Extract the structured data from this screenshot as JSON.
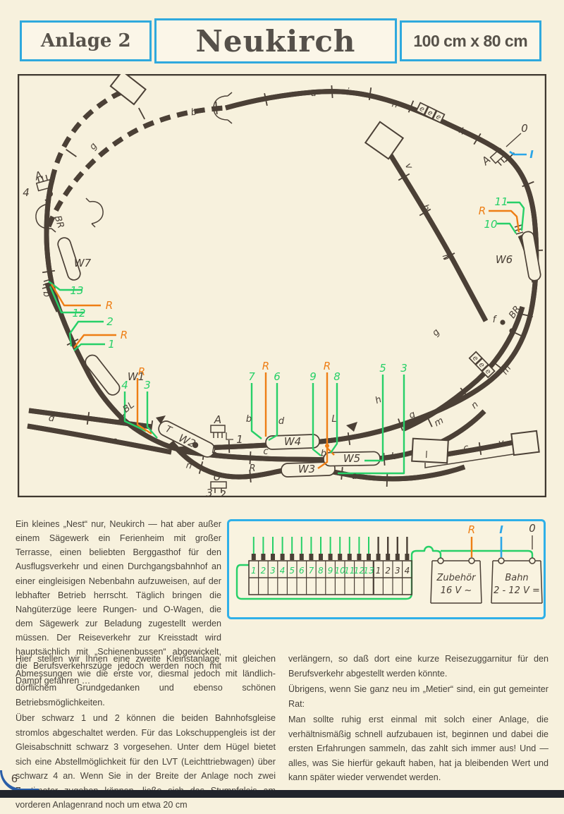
{
  "page": {
    "number": "6"
  },
  "header": {
    "left": "Anlage 2",
    "title": "Neukirch",
    "right": "100 cm x 80 cm"
  },
  "plan": {
    "turnouts": {
      "w1": "W1",
      "w2": "W2",
      "w3": "W3",
      "w4": "W4",
      "w5": "W5",
      "w6": "W6",
      "w7": "W7"
    },
    "marks": {
      "a_signal": "A",
      "u_contact": "U",
      "t": "T",
      "bl": "BL",
      "br": "BR",
      "r": "R",
      "l": "L",
      "f": "f"
    },
    "sections": {
      "a": "a",
      "b": "b",
      "c": "c",
      "d": "d",
      "e": "e",
      "g": "g",
      "h": "h",
      "i": "i",
      "l": "l",
      "m": "m",
      "n": "n",
      "v": "v"
    },
    "wire_numbers": {
      "n1": "1",
      "n2": "2",
      "n3": "3",
      "n4": "4",
      "n5": "5",
      "n6": "6",
      "n7": "7",
      "n8": "8",
      "n9": "9",
      "n10": "10",
      "n11": "11",
      "n12": "12",
      "n13": "13"
    },
    "wire_letters": {
      "r": "R",
      "i": "I",
      "zero": "0"
    },
    "contact_numbers": {
      "u3": "3",
      "u2": "2",
      "a1": "1",
      "left4": "4"
    }
  },
  "wiring": {
    "terminals_green": [
      "1",
      "2",
      "3",
      "4",
      "5",
      "6",
      "7",
      "8",
      "9",
      "10",
      "11",
      "12",
      "13"
    ],
    "terminals_black": [
      "1",
      "2",
      "3",
      "4"
    ],
    "r_label": "R",
    "i_label": "I",
    "zero_label": "0",
    "accessory_name": "Zubehör",
    "accessory_voltage": "16 V ~",
    "track_name": "Bahn",
    "track_voltage": "2 - 12 V ="
  },
  "text": {
    "intro": "Ein kleines „Nest“ nur, Neukirch — hat aber außer einem Sägewerk ein Ferienheim mit großer Terrasse, einen beliebten Berggasthof für den Ausflugsverkehr und einen Durchgangsbahnhof an einer eingleisigen Nebenbahn aufzuweisen, auf der lebhafter Betrieb herrscht. Täglich bringen die Nahgüterzüge leere Rungen- und O-Wagen, die dem Sägewerk zur Beladung zugestellt werden müssen. Der Reiseverkehr zur Kreisstadt wird hauptsächlich mit „Schienenbussen“ abgewickelt, die Berufsverkehrszüge jedoch werden noch mit Dampf gefahren …",
    "left_p1": "Hier stellen wir Ihnen eine zweite Kleinstanlage mit gleichen Abmessungen wie die erste vor, diesmal jedoch mit ländlich-dörflichem Grundgedanken und ebenso schönen Betriebsmöglichkeiten.",
    "left_p2": "Über schwarz 1 und 2 können die beiden Bahnhofsgleise stromlos abgeschaltet werden. Für das Lokschuppengleis ist der Gleisabschnitt schwarz 3 vorgesehen. Unter dem Hügel bietet sich eine Abstellmöglichkeit für den LVT (Leichttriebwagen) über schwarz 4 an. Wenn Sie in der Breite der Anlage noch zwei Zentimeter zugeben können, ließe sich das Stumpfgleis am vorderen Anlagenrand noch um etwa 20 cm",
    "right_p1": "verlängern, so daß dort eine kurze Reisezuggarnitur für den Berufsverkehr abgestellt werden könnte.",
    "right_p2": "Übrigens, wenn Sie ganz neu im „Metier“ sind, ein gut gemeinter Rat:",
    "right_p3": "Man sollte ruhig erst einmal mit solch einer Anlage, die verhältnismäßig schnell aufzubauen ist, beginnen und dabei die ersten Erfahrungen sammeln, das zahlt sich immer aus! Und — alles, was Sie hierfür gekauft haben, hat ja bleibenden Wert und kann später wieder verwendet werden."
  },
  "colors": {
    "accent_cyan": "#2fa9dd",
    "wire_green": "#27d068",
    "wire_orange": "#ee7e15",
    "wire_blue": "#2ba6e8",
    "ink": "#4b4036"
  }
}
